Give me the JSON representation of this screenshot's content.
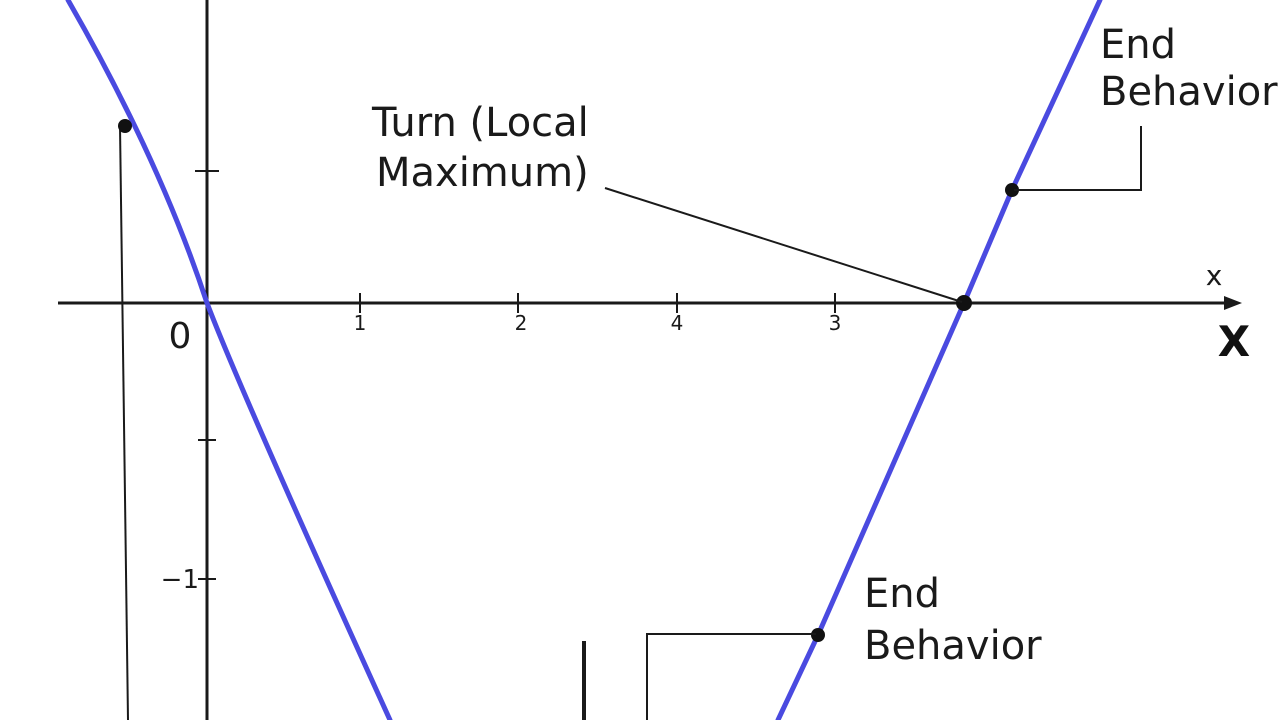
{
  "axes": {
    "x_label_small": "x",
    "x_label_large": "X",
    "origin_label": "0",
    "x_tick_labels": [
      "1",
      "2",
      "4",
      "3"
    ],
    "y_tick_labels": [
      "−1"
    ]
  },
  "annotations": {
    "turn_line1": "Turn (Local",
    "turn_line2": "Maximum)",
    "end_top_line1": "End",
    "end_top_line2": "Behavior",
    "end_bottom_line1": "End",
    "end_bottom_line2": "Behavior"
  },
  "colors": {
    "curve": "#4a4ae0",
    "axes": "#1a1a1a",
    "background": "#ffffff"
  }
}
